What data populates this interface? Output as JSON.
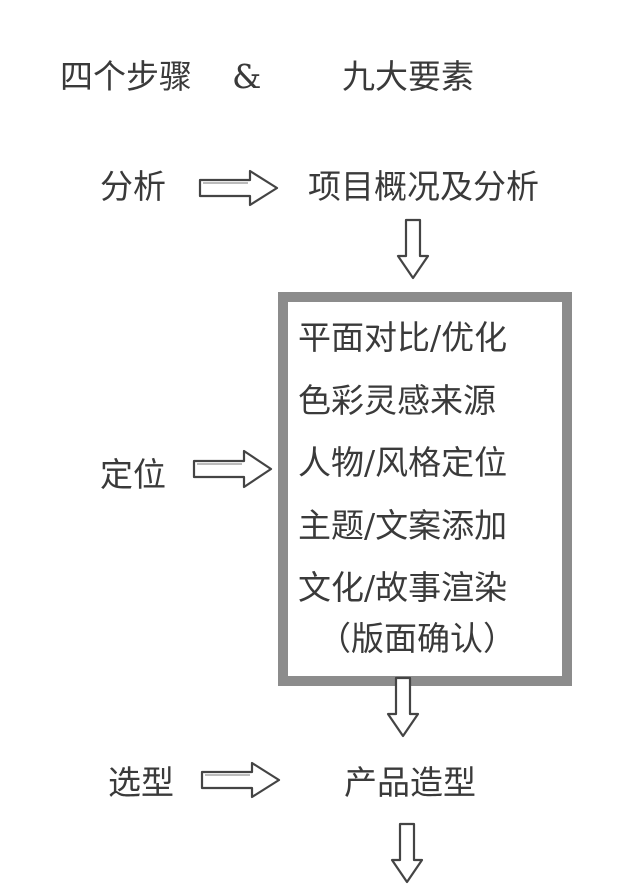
{
  "header": {
    "left": "四个步骤",
    "amp": "&",
    "right": "九大要素"
  },
  "stages": [
    {
      "label": "分析"
    },
    {
      "label": "定位"
    },
    {
      "label": "选型"
    }
  ],
  "analysis_result": "项目概况及分析",
  "positioning_box": {
    "items": [
      "平面对比/优化",
      "色彩灵感来源",
      "人物/风格定位",
      "主题/文案添加",
      "文化/故事渲染"
    ],
    "confirm": "（版面确认）"
  },
  "model_result": "产品造型",
  "colors": {
    "text": "#3a3a3a",
    "box_border": "#8c8c8c",
    "arrow_stroke": "#444444"
  },
  "icons": [
    "right-arrow-icon",
    "down-arrow-icon"
  ]
}
